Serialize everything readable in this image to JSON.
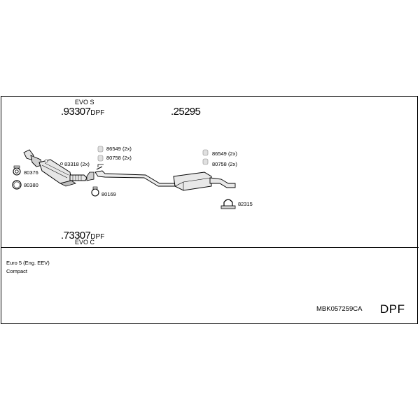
{
  "header": {
    "front_variant": "EVO S",
    "front_part_prefix": ".",
    "front_part_number": "93307",
    "front_part_suffix": "DPF",
    "middle_part_prefix": ".",
    "middle_part_number": "25295"
  },
  "footer_part": {
    "prefix": ".",
    "number": "73307",
    "suffix": "DPF",
    "variant": "EVO C"
  },
  "parts": {
    "front_clamp": "80376",
    "front_gasket": "80380",
    "front_hanger": "83318 (2x)",
    "mid_bracket_1": "86549 (2x)",
    "mid_bracket_2": "80758 (2x)",
    "mid_clamp": "80169",
    "rear_bracket_1": "86549 (2x)",
    "rear_bracket_2": "80758 (2x)",
    "rear_clamp": "82315"
  },
  "info": {
    "emission": "Euro 5 (Eng. EEV)",
    "vehicle_class": "Compact"
  },
  "code": "MBK057259CA",
  "badge": "DPF",
  "colors": {
    "line": "#000000",
    "part_fill": "#e6e6e6",
    "part_shade": "#b5b5b5"
  }
}
